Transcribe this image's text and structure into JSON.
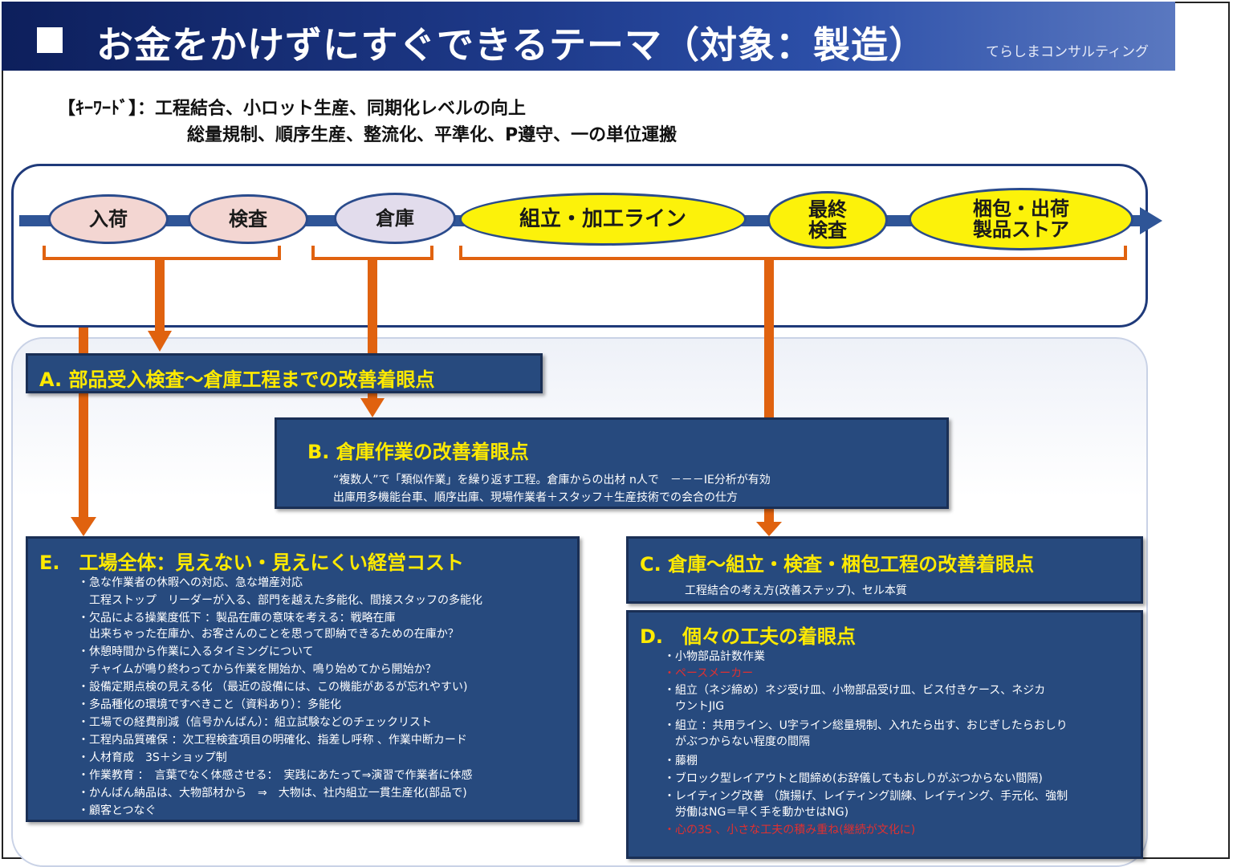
{
  "header": {
    "title": "お金をかけずにすぐできるテーマ（対象：製造）",
    "company": "てらしまコンサルティング"
  },
  "keywords": {
    "line1": "【ｷｰﾜｰﾄﾞ】：工程結合、小ロット生産、同期化レベルの向上",
    "line2": "総量規制、順序生産、整流化、平準化、P遵守、一の単位運搬"
  },
  "flow": {
    "nodes": [
      {
        "label": "入荷"
      },
      {
        "label": "検査"
      },
      {
        "label": "倉庫"
      },
      {
        "label": "組立・加工ライン"
      },
      {
        "label": "最終\n検査"
      },
      {
        "label": "梱包・出荷\n製品ストア"
      }
    ]
  },
  "panels": {
    "a": {
      "title": "A. 部品受入検査～倉庫工程までの改善着眼点"
    },
    "b": {
      "title": "B. 倉庫作業の改善着眼点",
      "lines": [
        "“複数人”で「類似作業」を繰り返す工程。倉庫からの出材 n人で　－－－IE分析が有効",
        "出庫用多機能台車、順序出庫、現場作業者＋スタッフ＋生産技術での会合の仕方"
      ]
    },
    "c": {
      "title": "C. 倉庫～組立・検査・梱包工程の改善着眼点",
      "lines": [
        "工程結合の考え方(改善ステップ)、セル本質"
      ]
    },
    "d": {
      "title": "D.　個々の工夫の着眼点",
      "lines": [
        "・小物部品計数作業",
        "・ペースメーカー",
        "・組立（ネジ締め）ネジ受け皿、小物部品受け皿、ビス付きケース、ネジカ",
        "　ウントJIG",
        "・組立 ：共用ライン、U字ライン総量規制、入れたら出す、おじぎしたらおしり",
        "　がぶつからない程度の間隔",
        "・藤棚",
        "・ブロック型レイアウトと間締め(お辞儀してもおしりがぶつからない間隔)",
        "・レイティング改善 （旗揚げ、レイティング訓練、レイティング、手元化、強制",
        "　労働はNG＝早く手を動かせはNG)",
        "・心の3S 、小さな工夫の積み重ね(継続が文化に)"
      ]
    },
    "e": {
      "title": "E.　工場全体：見えない・見えにくい経営コスト",
      "lines": [
        "・急な作業者の休暇への対応、急な増産対応",
        "　工程ストップ　リーダーが入る、部門を越えた多能化、間接スタッフの多能化",
        "・欠品による操業度低下 ：製品在庫の意味を考える：戦略在庫",
        "　出来ちゃった在庫か、お客さんのことを思って即納できるための在庫か？",
        "・休憩時間から作業に入るタイミングについて",
        "　チャイムが鳴り終わってから作業を開始か、鳴り始めてから開始か？",
        "・設備定期点検の見える化 （最近の設備には、この機能があるが忘れやすい)",
        "・多品種化の環境ですべきこと（資料あり）：多能化",
        "・工場での経費削減（信号かんばん）：組立試験などのチェックリスト",
        "・工程内品質確保 ：次工程検査項目の明確化、指差し呼称 、作業中断カード",
        "・人材育成　3S＋ショップ制",
        "・作業教育 ：　言葉でなく体感させる：　実践にあたって⇒演習で作業者に体感",
        "・かんばん納品は、大物部材から　⇒　大物は、社内組立一貫生産化(部品で)",
        "・顧客とつなぐ"
      ]
    }
  },
  "colors": {
    "panel_bg": "#274a7e",
    "panel_title": "#ffea00",
    "arrow": "#e0620f",
    "flow_line": "#2f5597",
    "node_pink": "#f3d6d2",
    "node_lavender": "#e2dcec",
    "node_yellow": "#fcf20a",
    "red_text": "#e03030"
  }
}
